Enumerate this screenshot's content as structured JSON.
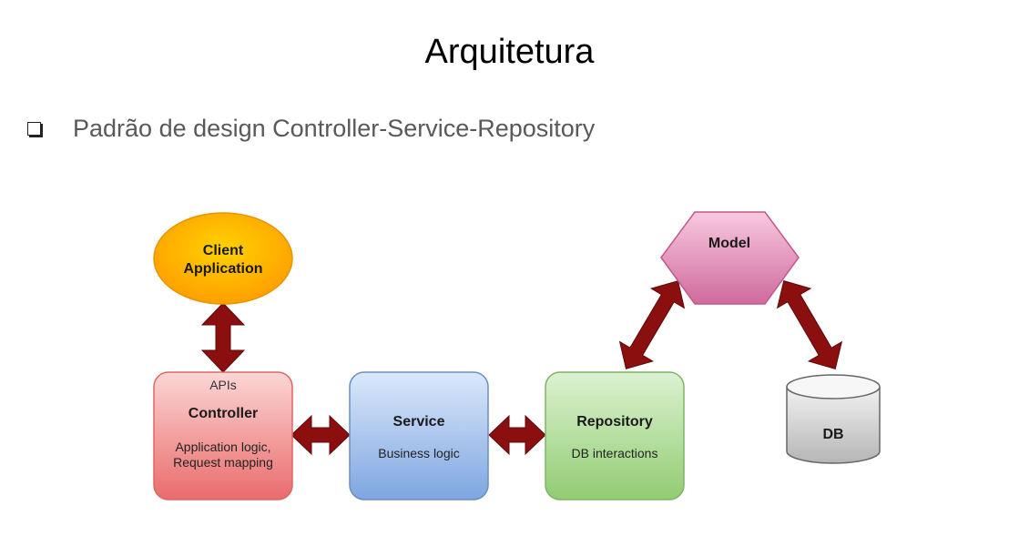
{
  "slide": {
    "title": "Arquitetura",
    "bullet": "Padrão de design Controller-Service-Repository"
  },
  "diagram": {
    "client": {
      "line1": "Client",
      "line2": "Application"
    },
    "controller": {
      "apis": "APIs",
      "title": "Controller",
      "desc1": "Application logic,",
      "desc2": "Request mapping"
    },
    "service": {
      "title": "Service",
      "desc": "Business logic"
    },
    "repository": {
      "title": "Repository",
      "desc": "DB interactions"
    },
    "model": {
      "title": "Model"
    },
    "db": {
      "title": "DB"
    }
  },
  "colors": {
    "arrow": "#8b0f0f",
    "client_fill": "#ffb300",
    "controller_fill": "#ee6f6f",
    "service_fill": "#7ea6e0",
    "repository_fill": "#97d077",
    "model_fill": "#d97aa8",
    "db_fill": "#c8c8c8"
  }
}
